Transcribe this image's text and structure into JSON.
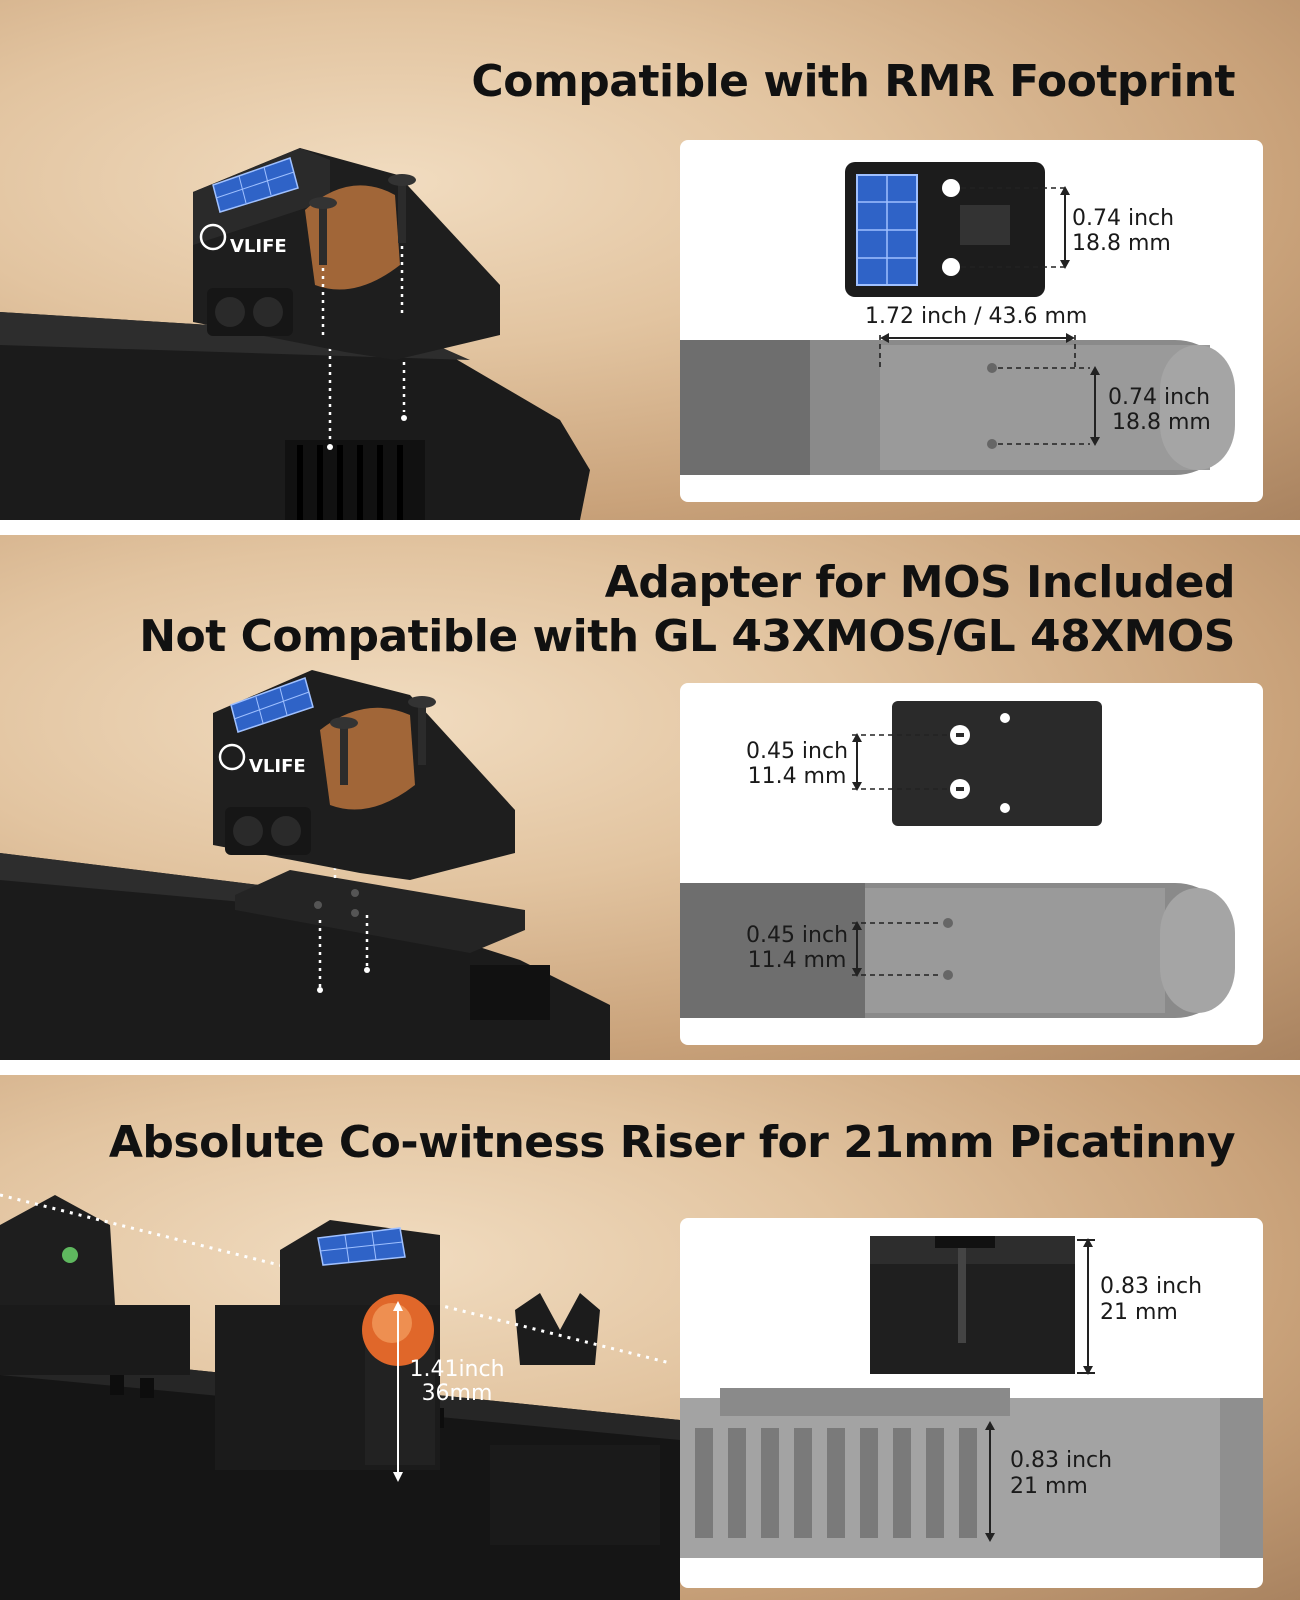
{
  "sections": [
    {
      "title": "Compatible with RMR Footprint",
      "brand": "VLIFE",
      "dims": {
        "sight_v1": "0.74 inch",
        "sight_v2": "18.8 mm",
        "slide_h": "1.72 inch / 43.6 mm",
        "slide_v1": "0.74 inch",
        "slide_v2": "18.8 mm"
      }
    },
    {
      "title_line1": "Adapter for MOS Included",
      "title_line2": "Not Compatible with GL 43XMOS/GL 48XMOS",
      "brand": "VLIFE",
      "dims": {
        "plate_v1": "0.45 inch",
        "plate_v2": "11.4 mm",
        "slide_v1": "0.45 inch",
        "slide_v2": "11.4 mm"
      }
    },
    {
      "title": "Absolute Co-witness Riser for 21mm Picatinny",
      "dims": {
        "sight_h1": "1.41inch",
        "sight_h2": "36mm",
        "riser_v1": "0.83 inch",
        "riser_v2": "21 mm",
        "rail_v1": "0.83 inch",
        "rail_v2": "21 mm"
      }
    }
  ]
}
